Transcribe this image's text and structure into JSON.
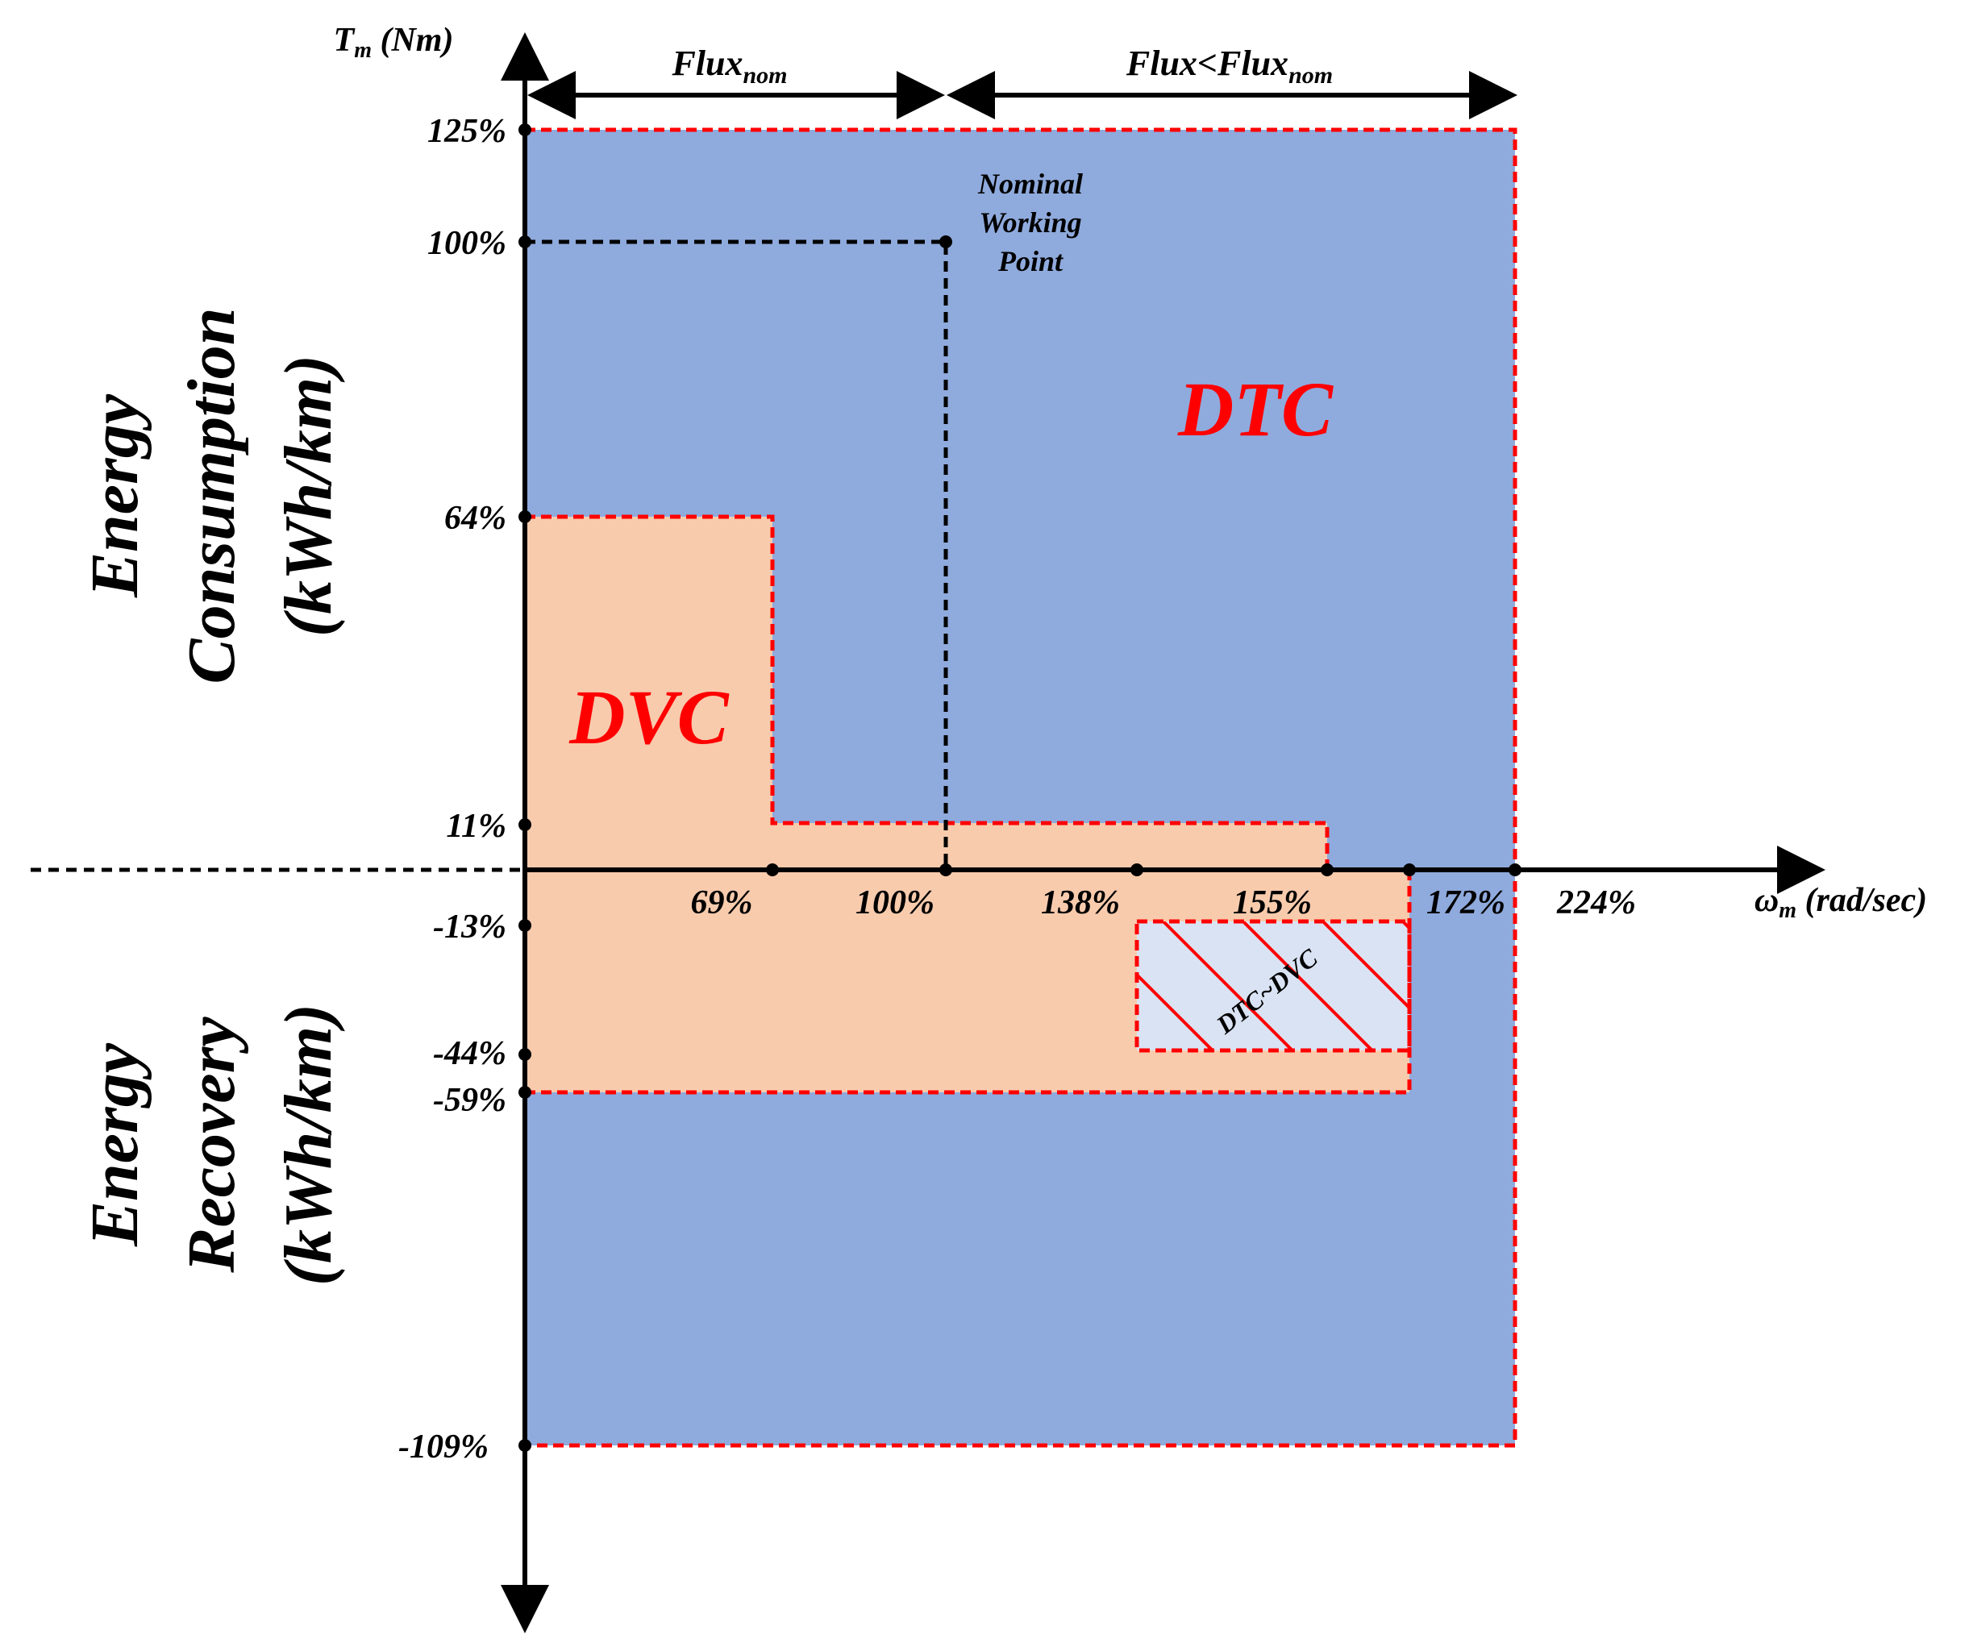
{
  "axes": {
    "y_label": "T",
    "y_label_sub": "m",
    "y_label_unit": " (Nm)",
    "x_label": "ω",
    "x_label_sub": "m",
    "x_label_unit": " (rad/sec)"
  },
  "flux": {
    "nominal_main": "Flux",
    "nominal_sub": "nom",
    "reduced_main": "Flux<Flux",
    "reduced_sub": "nom"
  },
  "y_ticks": [
    "125%",
    "100%",
    "64%",
    "11%",
    "-13%",
    "-44%",
    "-59%",
    "-109%"
  ],
  "x_ticks": [
    "69%",
    "100%",
    "138%",
    "155%",
    "172%",
    "224%"
  ],
  "regions": {
    "dtc": "DTC",
    "dvc": "DVC",
    "overlap": "DTC~DVC"
  },
  "nominal_point": {
    "line1": "Nominal",
    "line2": "Working",
    "line3": "Point"
  },
  "quadrants": {
    "consumption": [
      "Energy",
      "Consumption",
      "(kWh/km)"
    ],
    "recovery": [
      "Energy",
      "Recovery",
      "(kWh/km)"
    ]
  },
  "colors": {
    "dtc_fill": "#8faadc",
    "dvc_fill": "#f8cbad",
    "overlap_fill": "#dae3f3",
    "boundary": "#ff0000",
    "axis": "#000000"
  }
}
